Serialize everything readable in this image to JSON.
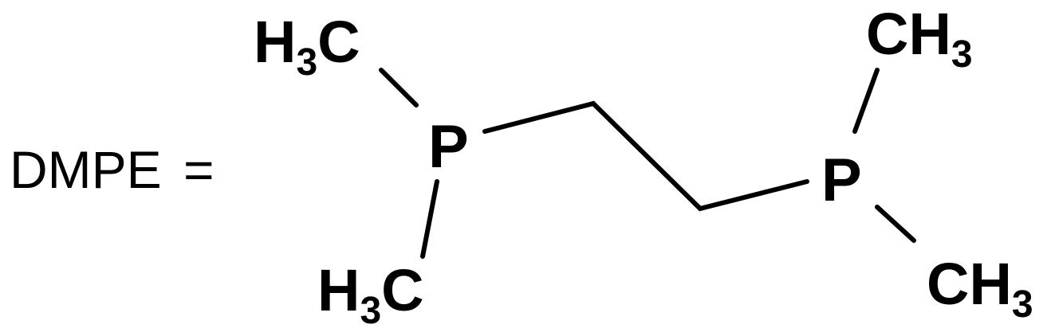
{
  "label": {
    "prefix": "DMPE",
    "equals": "="
  },
  "atoms": {
    "left_top_methyl": {
      "main": "H",
      "sub": "3",
      "tail": "C"
    },
    "left_phosphorus": "P",
    "left_bottom_methyl": {
      "main": "H",
      "sub": "3",
      "tail": "C"
    },
    "right_phosphorus": "P",
    "right_top_methyl": {
      "main": "CH",
      "sub": "3"
    },
    "right_bottom_methyl": {
      "main": "CH",
      "sub": "3"
    }
  },
  "colors": {
    "ink": "#000000",
    "background": "#ffffff"
  }
}
